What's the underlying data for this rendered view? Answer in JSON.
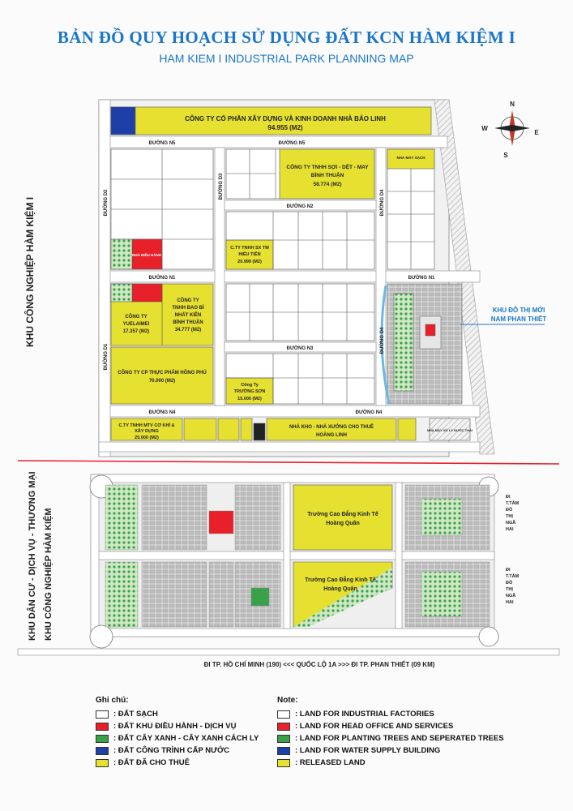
{
  "title_vi": "BẢN ĐỒ QUY HOẠCH SỬ DỤNG ĐẤT KCN HÀM KIỆM I",
  "title_en": "HAM KIEM I INDUSTRIAL PARK PLANNING MAP",
  "side_labels": {
    "left_upper": "KHU CÔNG NGHIỆP HÀM KIỆM I",
    "left_lower_1": "KHU DÂN CƯ - DỊCH VỤ - THƯƠNG MẠI",
    "left_lower_2": "KHU CÔNG NGHIỆP HÀM KIỆM"
  },
  "compass": {
    "n": "N",
    "s": "S",
    "e": "E",
    "w": "W"
  },
  "roads": {
    "n5": "ĐƯỜNG N5",
    "n5b": "ĐƯỜNG N5",
    "n2": "ĐƯỜNG N2",
    "n1": "ĐƯỜNG N1",
    "n1b": "ĐƯỜNG N1",
    "n3": "ĐƯỜNG N3",
    "n4": "ĐƯỜNG N4",
    "n4b": "ĐƯỜNG N4",
    "d1": "ĐƯỜNG D1",
    "d2": "ĐƯỜNG D2",
    "d3": "ĐƯỜNG D3",
    "d4": "ĐƯỜNG D4",
    "d4b": "ĐƯỜNG D4"
  },
  "parcels": {
    "bao_linh_1": "CÔNG TY CỔ PHẦN XÂY DỰNG VÀ KINH DOANH NHÀ BẢO LINH",
    "bao_linh_2": "94.955 (M2)",
    "soi_1": "CÔNG TY TNHH SỢI - DỆT - MAY",
    "soi_2": "BÌNH THUẬN",
    "soi_3": "58.774 (M2)",
    "hieu_tien_1": "C.TY TNHH SX TM",
    "hieu_tien_2": "HIẾU TIẾN",
    "hieu_tien_3": "20.999 (M2)",
    "yuelaimei_1": "CÔNG TY",
    "yuelaimei_2": "YUELAIMEI",
    "yuelaimei_3": "17.357 (M2)",
    "bao_bi_1": "CÔNG TY",
    "bao_bi_2": "TNHH BAO BÌ",
    "bao_bi_3": "NHẤT KIÊN",
    "bao_bi_4": "BÌNH THUẬN",
    "bao_bi_5": "34.777 (M2)",
    "hong_phu_1": "CÔNG TY CP THỰC PHẨM HỒNG PHÚ",
    "hong_phu_2": "70.000 (M2)",
    "truong_son_1": "Công Ty",
    "truong_son_2": "TRƯỜNG SƠN",
    "truong_son_3": "15.000 (M2)",
    "co_khi_1": "C.TY TNHH MTV CƠ KHÍ &",
    "co_khi_2": "XÂY DỰNG",
    "co_khi_3": "25.000 (M2)",
    "hoang_linh_1": "NHÀ KHO - NHÀ XƯỞNG CHO THUÊ",
    "hoang_linh_2": "HOÀNG LINH",
    "water_plant": "NHÀ MÁY SẠCH",
    "head_office": "NHÀ ĐIỀU HÀNH",
    "xu_ly": "NHÀ MÁY XỬ LÝ NƯỚC THẢI",
    "urban_1": "KHU ĐÔ THỊ MỚI",
    "urban_2": "NAM PHAN THIẾT",
    "college_1a": "Trường Cao Đẳng Kinh Tế",
    "college_1b": "Hoàng Quân",
    "college_2a": "Trường Cao Đẳng Kinh Tế",
    "college_2b": "Hoàng Quân"
  },
  "right_labels": {
    "r1a": "ĐI",
    "r1b": "T.TÂM",
    "r1c": "ĐÔ",
    "r1d": "THỊ",
    "r1e": "NGÃ",
    "r1f": "HAI",
    "r2a": "ĐI",
    "r2b": "T.TÂM",
    "r2c": "ĐÔ",
    "r2d": "THỊ",
    "r2e": "NGÃ",
    "r2f": "HAI"
  },
  "bottom_road": "ĐI TP. HỒ CHÍ MINH (190) <<< QUỐC LỘ 1A >>> ĐI TP. PHAN THIẾT (09 KM)",
  "legend": {
    "vi_header": "Ghi chú:",
    "en_header": "Note:",
    "items": [
      {
        "vi": ": ĐẤT SẠCH",
        "en": ": LAND FOR INDUSTRIAL FACTORIES",
        "color": "#ffffff"
      },
      {
        "vi": ": ĐẤT KHU ĐIỀU HÀNH - DỊCH VỤ",
        "en": ": LAND FOR HEAD OFFICE AND SERVICES",
        "color": "#e8202a"
      },
      {
        "vi": ": ĐẤT CÂY XANH - CÂY XANH CÁCH LY",
        "en": ": LAND FOR PLANTING TREES AND SEPERATED TREES",
        "color": "#3aa14a"
      },
      {
        "vi": ": ĐẤT CÔNG TRÌNH CẤP NƯỚC",
        "en": ": LAND FOR WATER SUPPLY BUILDING",
        "color": "#1f3fa8"
      },
      {
        "vi": ": ĐẤT ĐÃ CHO THUÊ",
        "en": ": RELEASED LAND",
        "color": "#e6e030"
      }
    ]
  },
  "colors": {
    "released": "#e6e030",
    "head_office": "#e8202a",
    "trees": "#3aa14a",
    "water": "#1f3fa8",
    "road": "#ffffff",
    "road_edge": "#777777",
    "boundary": "#e8202a",
    "title": "#1976c8"
  }
}
